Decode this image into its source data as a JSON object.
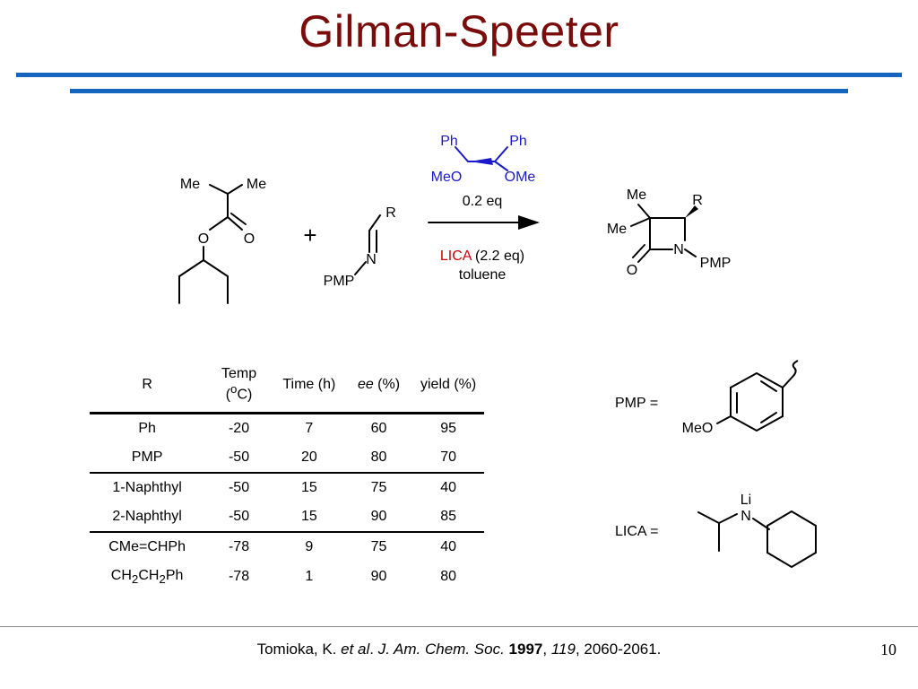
{
  "title": "Gilman-Speeter",
  "colors": {
    "title": "#7a0c0c",
    "rule": "#1565c0",
    "ligand": "#1a1acc",
    "lica_highlight": "#cc0000"
  },
  "scheme": {
    "ester": {
      "me_left": "Me",
      "me_right": "Me",
      "o_ether": "O",
      "o_carbonyl": "O"
    },
    "plus": "+",
    "imine": {
      "r": "R",
      "n": "N",
      "pmp": "PMP"
    },
    "ligand": {
      "ph_left": "Ph",
      "ph_right": "Ph",
      "meo": "MeO",
      "ome": "OMe"
    },
    "ligand_eq": "0.2 eq",
    "lica_name": "LICA",
    "lica_amount": " (2.2 eq)",
    "solvent": "toluene",
    "product": {
      "me_top": "Me",
      "me_left": "Me",
      "r": "R",
      "n": "N",
      "o": "O",
      "pmp": "PMP"
    }
  },
  "table": {
    "headers": {
      "r": "R",
      "temp_a": "Temp (",
      "temp_sup": "o",
      "temp_b": "C)",
      "time": "Time (h)",
      "ee_it": "ee",
      "ee_rest": " (%)",
      "yield": "yield (%)"
    },
    "rows": [
      {
        "r": "Ph",
        "temp": "-20",
        "time": "7",
        "ee": "60",
        "yield": "95"
      },
      {
        "r": "PMP",
        "temp": "-50",
        "time": "20",
        "ee": "80",
        "yield": "70"
      },
      {
        "r": "1-Naphthyl",
        "temp": "-50",
        "time": "15",
        "ee": "75",
        "yield": "40"
      },
      {
        "r": "2-Naphthyl",
        "temp": "-50",
        "time": "15",
        "ee": "90",
        "yield": "85"
      },
      {
        "r": "CMe=CHPh",
        "temp": "-78",
        "time": "9",
        "ee": "75",
        "yield": "40"
      },
      {
        "r_a": "CH",
        "r_sub1": "2",
        "r_b": "CH",
        "r_sub2": "2",
        "r_c": "Ph",
        "temp": "-78",
        "time": "1",
        "ee": "90",
        "yield": "80"
      }
    ]
  },
  "definitions": {
    "pmp_label": "PMP =",
    "pmp_meo": "MeO",
    "lica_label": "LICA =",
    "lica_li": "Li",
    "lica_n": "N"
  },
  "citation": {
    "author": "Tomioka, K. ",
    "etal": "et al",
    "sep": ". ",
    "journal": "J. Am. Chem. Soc.",
    "sp1": " ",
    "year": "1997",
    "comma1": ", ",
    "volume": "119",
    "pages": ", 2060-2061."
  },
  "page_number": "10"
}
